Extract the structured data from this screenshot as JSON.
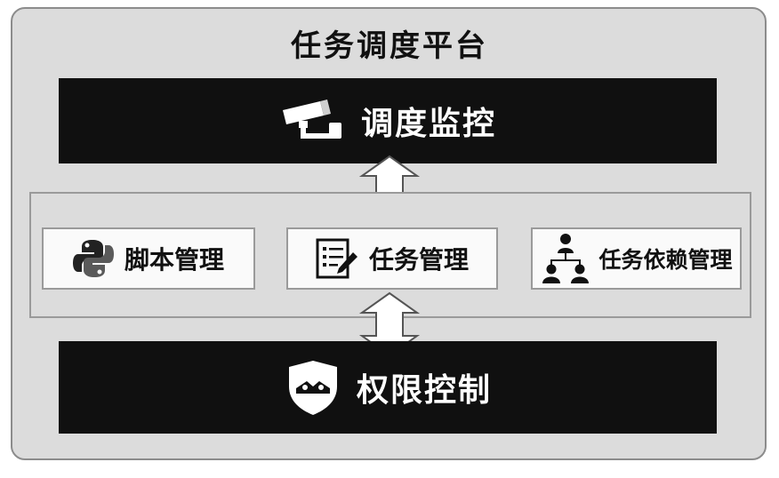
{
  "platform": {
    "title": "任务调度平台",
    "monitor": {
      "label": "调度监控",
      "icon": "security-camera-icon"
    },
    "modules": [
      {
        "label": "脚本管理",
        "icon": "python-icon"
      },
      {
        "label": "任务管理",
        "icon": "task-list-edit-icon"
      },
      {
        "label": "任务依赖管理",
        "icon": "org-hierarchy-icon"
      }
    ],
    "access": {
      "label": "权限控制",
      "icon": "shield-icon"
    }
  }
}
